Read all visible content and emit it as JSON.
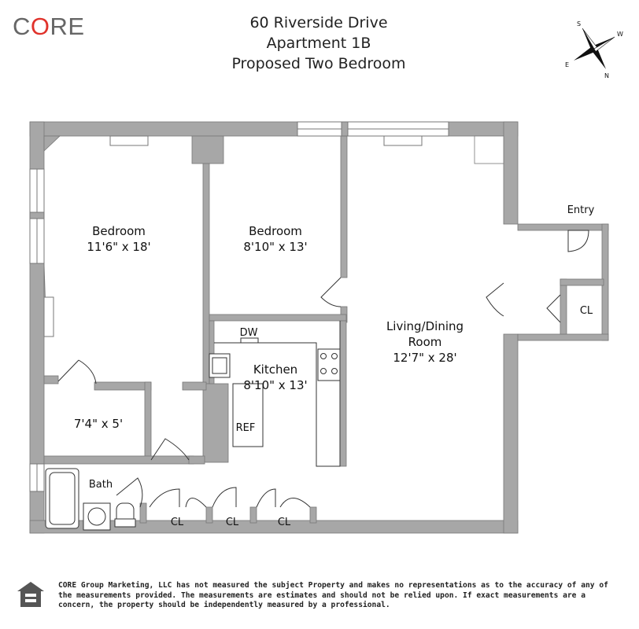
{
  "brand": {
    "logo_prefix": "C",
    "logo_o": "O",
    "logo_suffix": "RE",
    "accent": "#e0322b",
    "text_color": "#666666"
  },
  "header": {
    "address": "60 Riverside Drive",
    "unit": "Apartment 1B",
    "description": "Proposed Two Bedroom"
  },
  "compass": {
    "n": "N",
    "s": "S",
    "e": "E",
    "w": "W"
  },
  "rooms": {
    "bedroom1": {
      "name": "Bedroom",
      "dims": "11'6\" x 18'"
    },
    "bedroom2": {
      "name": "Bedroom",
      "dims": "8'10\" x 13'"
    },
    "living": {
      "name_line1": "Living/Dining",
      "name_line2": "Room",
      "dims": "12'7\" x 28'"
    },
    "kitchen": {
      "name": "Kitchen",
      "dims": "8'10\" x 13'"
    },
    "closet_room": {
      "dims": "7'4\" x 5'"
    },
    "bath": {
      "name": "Bath"
    },
    "entry": {
      "name": "Entry"
    }
  },
  "fixtures": {
    "dishwasher": "DW",
    "refrigerator": "REF"
  },
  "closets": {
    "cl1": "CL",
    "cl2": "CL",
    "cl3": "CL",
    "cl_entry": "CL"
  },
  "disclaimer": "CORE Group Marketing, LLC has not measured the subject Property and makes no representations as to the accuracy of any of the measurements provided. The measurements are estimates and should not be relied upon. If exact measurements are a concern, the property should be independently measured by a professional.",
  "colors": {
    "wall": "#a7a7a7",
    "wall_edge": "#777777"
  }
}
